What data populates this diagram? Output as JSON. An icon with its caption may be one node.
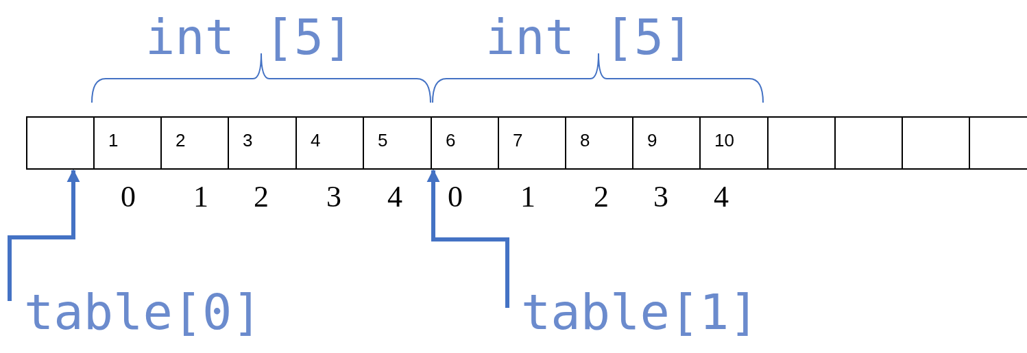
{
  "diagram": {
    "nodes": [
      {
        "text": [],
        "shape": "box"
      },
      {
        "text": [
          "1"
        ]
      },
      {
        "text": [
          "2"
        ]
      },
      {
        "text": [
          "3"
        ]
      },
      {
        "text": [
          "4"
        ]
      },
      {
        "text": [
          "5"
        ]
      },
      {
        "text": [
          "6"
        ]
      },
      {
        "text": [
          "7"
        ]
      },
      {
        "text": [
          "8"
        ]
      },
      {
        "text": [
          "9"
        ]
      },
      {
        "text": [
          "10"
        ]
      },
      {
        "text": [],
        "shape": "box"
      },
      {
        "text": [],
        "shape": "box"
      },
      {
        "text": [],
        "shape": "box"
      },
      {
        "text": [],
        "shape": "box"
      },
      {
        "text": [
          "table[0]"
        ]
      },
      {
        "text": [
          "table[1]"
        ]
      }
    ],
    "edges": [
      {
        "from": 15,
        "to": 0,
        "arrow": "to"
      },
      {
        "from": 16,
        "to": 6,
        "arrow": "to"
      }
    ],
    "labels": [
      "int [5]",
      "int [5]",
      "0",
      "1",
      "2",
      "3",
      "4",
      "0",
      "1",
      "2",
      "3",
      "4"
    ]
  }
}
